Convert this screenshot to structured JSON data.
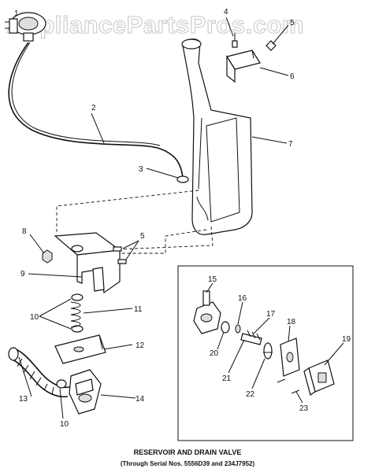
{
  "watermark": "AppliancePartsPros.com",
  "caption": {
    "line1": "RESERVOIR AND DRAIN VALVE",
    "line2": "(Through Serial Nos. 5556D39 and 234J7952)"
  },
  "callouts": {
    "c1": "1",
    "c2": "2",
    "c3": "3",
    "c4": "4",
    "c5a": "5",
    "c5b": "5",
    "c6": "6",
    "c7": "7",
    "c8": "8",
    "c9": "9",
    "c10a": "10",
    "c10b": "10",
    "c11": "11",
    "c12": "12",
    "c13": "13",
    "c14": "14",
    "c15": "15",
    "c16": "16",
    "c17": "17",
    "c18": "18",
    "c19": "19",
    "c20": "20",
    "c21": "21",
    "c22": "22",
    "c23": "23"
  }
}
